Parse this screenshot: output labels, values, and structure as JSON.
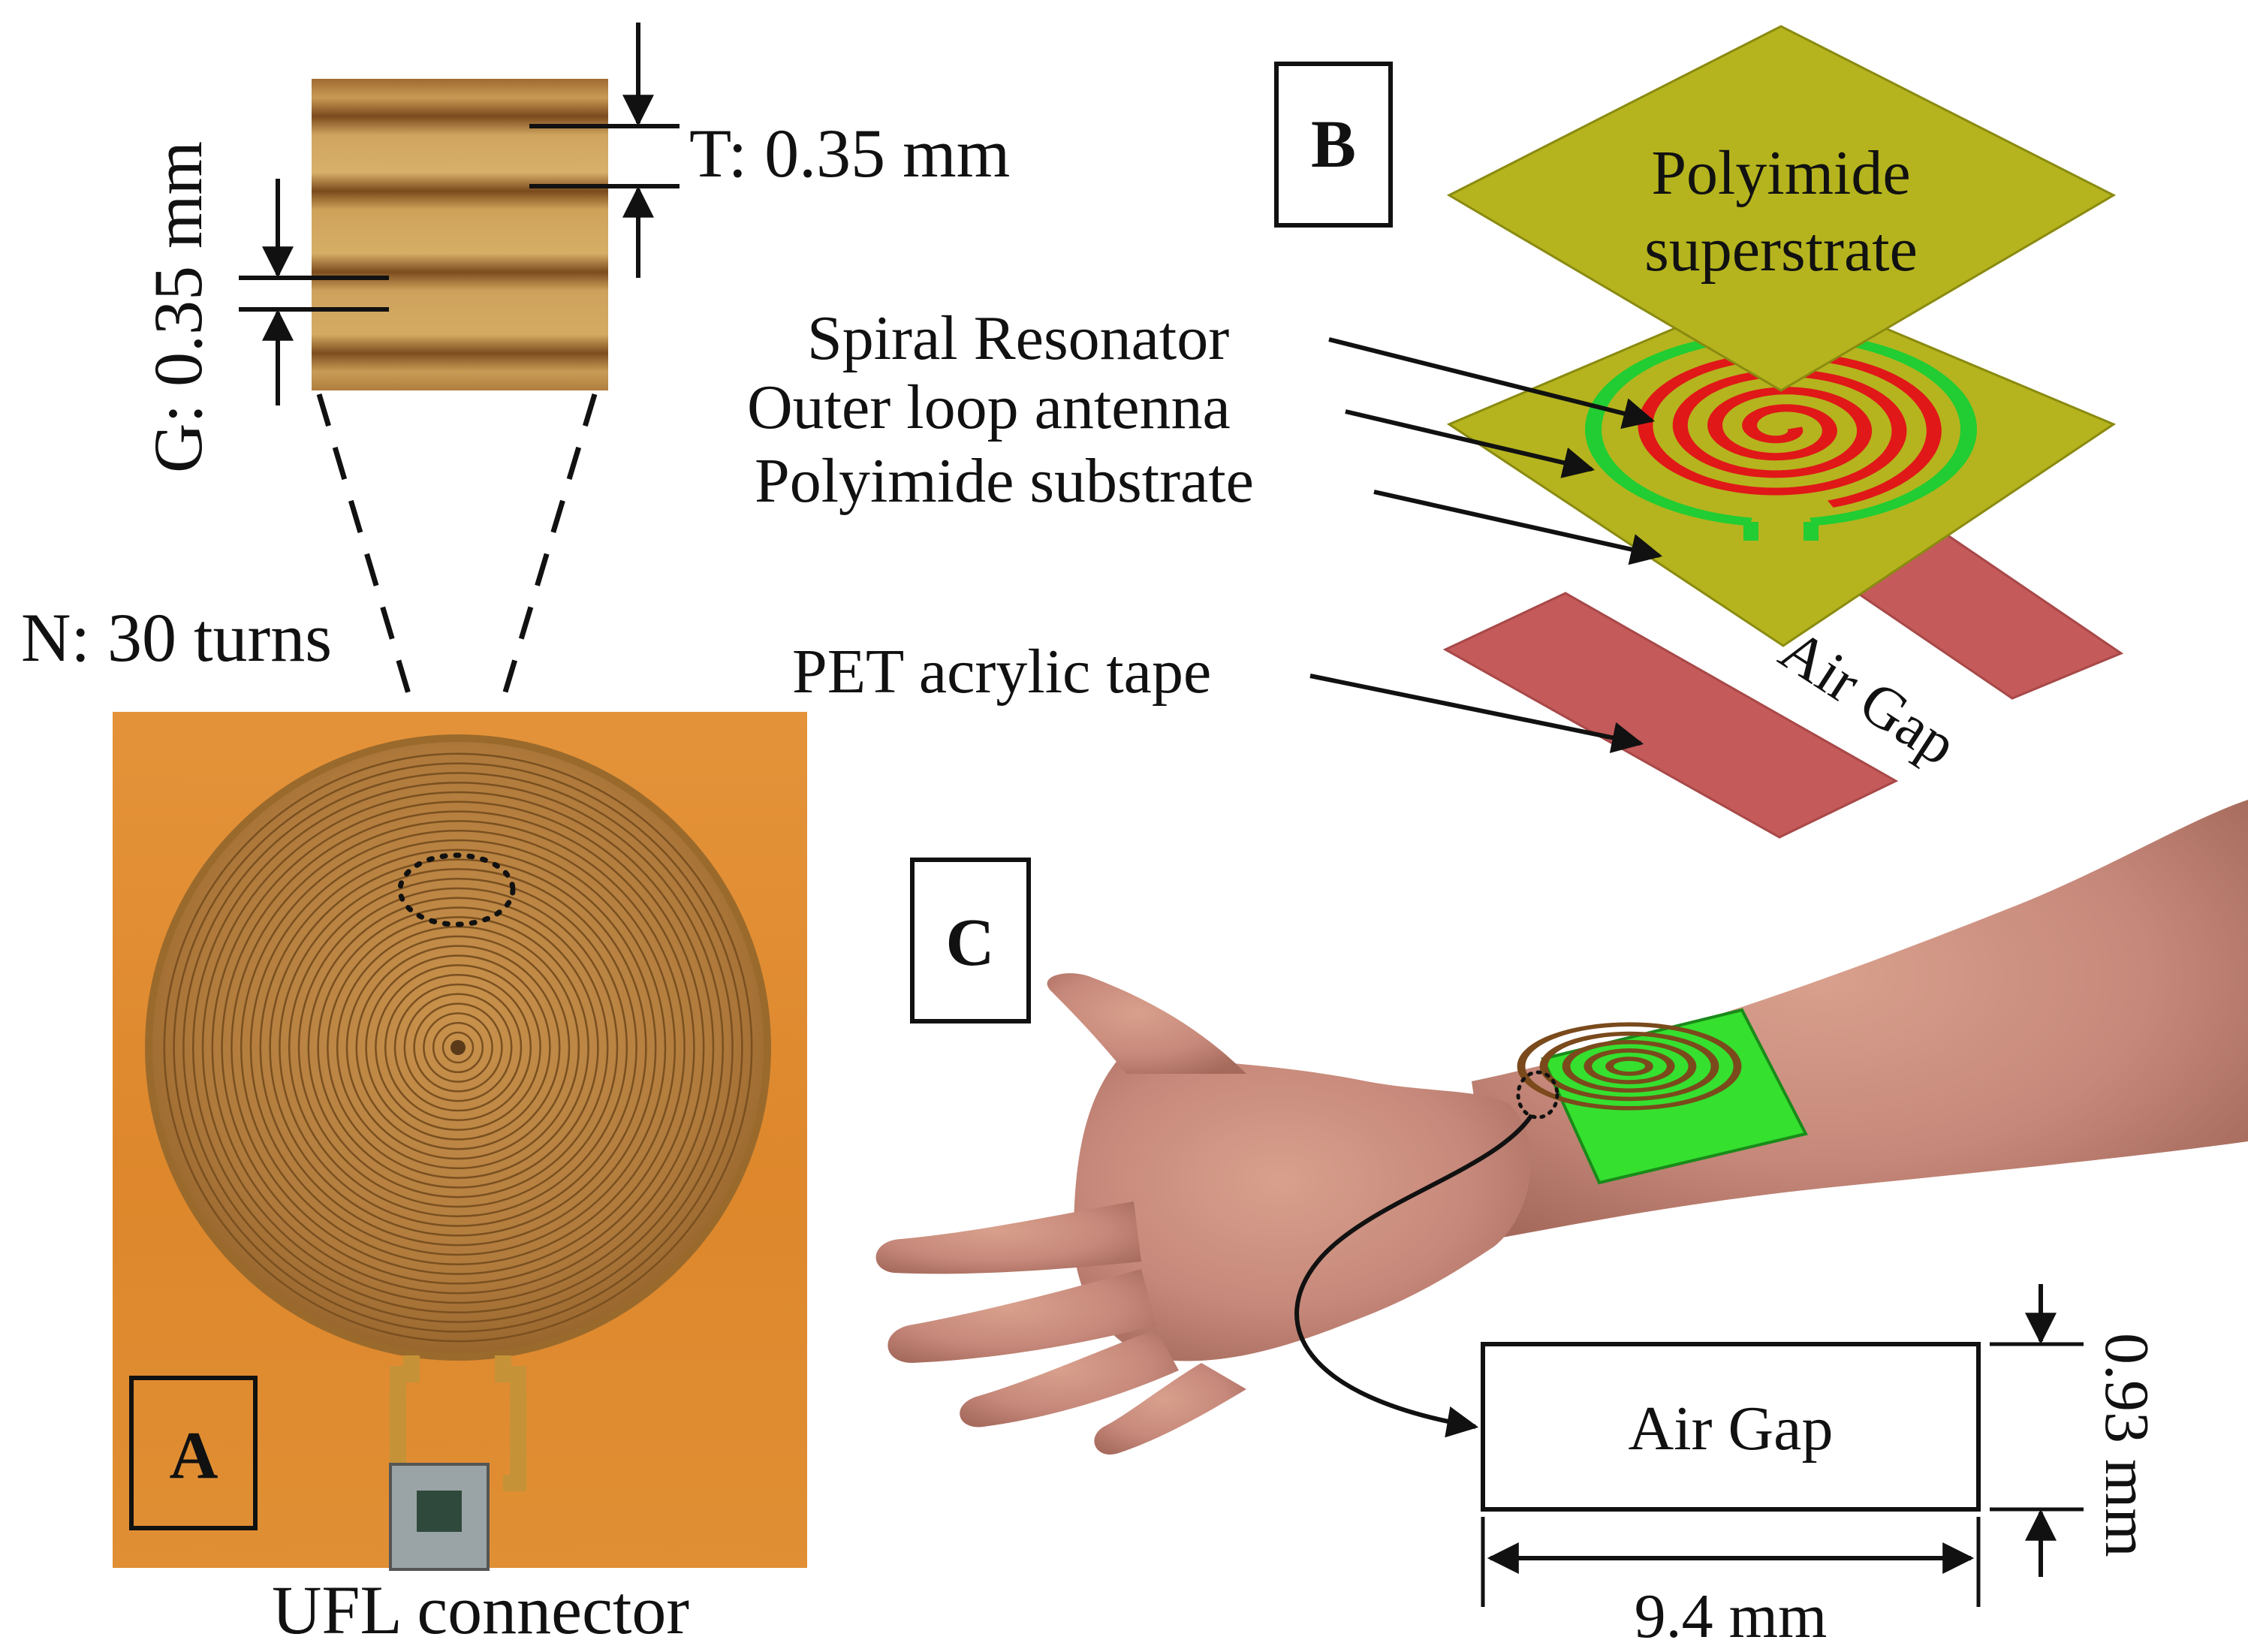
{
  "panel_a": {
    "label": "A",
    "thickness_label": "T: 0.35 mm",
    "gap_label": "G: 0.35 mm",
    "turns_label": "N: 30 turns",
    "connector_label": "UFL connector"
  },
  "panel_b": {
    "label": "B",
    "superstrate_line1": "Polyimide",
    "superstrate_line2": "superstrate",
    "spiral_label": "Spiral Resonator",
    "outer_loop_label": "Outer loop antenna",
    "substrate_label": "Polyimide substrate",
    "tape_label": "PET acrylic tape",
    "air_gap_label": "Air Gap"
  },
  "panel_c": {
    "label": "C",
    "air_gap_label": "Air Gap",
    "height_label": "0.93 mm",
    "width_label": "9.4 mm"
  },
  "colors": {
    "polyimide": "#b5b41e",
    "spiral": "#e01818",
    "outer_loop": "#22cc33",
    "tape": "#c45a5a",
    "skin": "#c98d7b",
    "photo_background": "#e08a2a",
    "copper": "#a8763a"
  }
}
